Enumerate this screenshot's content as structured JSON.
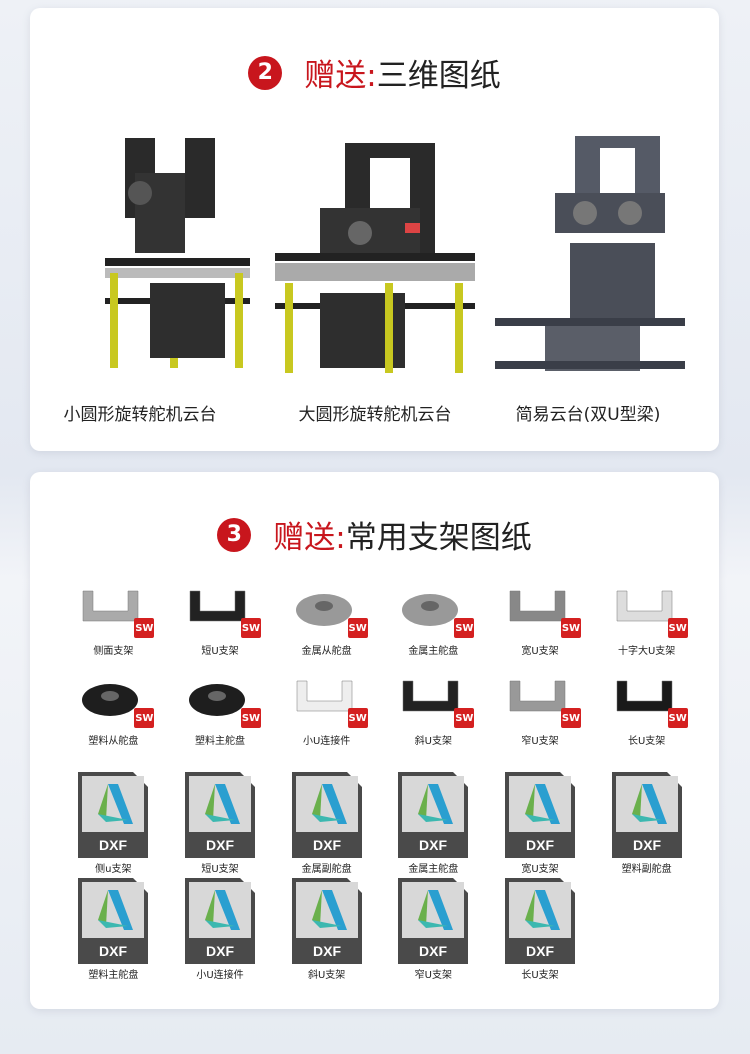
{
  "section2": {
    "number": "2",
    "title_red": "赠送:",
    "title_black": "三维图纸",
    "robots": [
      {
        "label": "小圆形旋转舵机云台"
      },
      {
        "label": "大圆形旋转舵机云台"
      },
      {
        "label": "简易云台(双U型梁)"
      }
    ]
  },
  "section3": {
    "number": "3",
    "title_red": "赠送:",
    "title_black": "常用支架图纸",
    "sw_badge": "SW",
    "sw_items": [
      "侧面支架",
      "短U支架",
      "金属从舵盘",
      "金属主舵盘",
      "宽U支架",
      "十字大U支架",
      "塑料从舵盘",
      "塑料主舵盘",
      "小U连接件",
      "斜U支架",
      "窄U支架",
      "长U支架"
    ],
    "dxf_badge": "DXF",
    "dxf_items": [
      "侧u支架",
      "短U支架",
      "金属副舵盘",
      "金属主舵盘",
      "宽U支架",
      "塑料副舵盘",
      "塑料主舵盘",
      "小U连接件",
      "斜U支架",
      "窄U支架",
      "长U支架"
    ]
  },
  "colors": {
    "accent": "#c8161d"
  }
}
